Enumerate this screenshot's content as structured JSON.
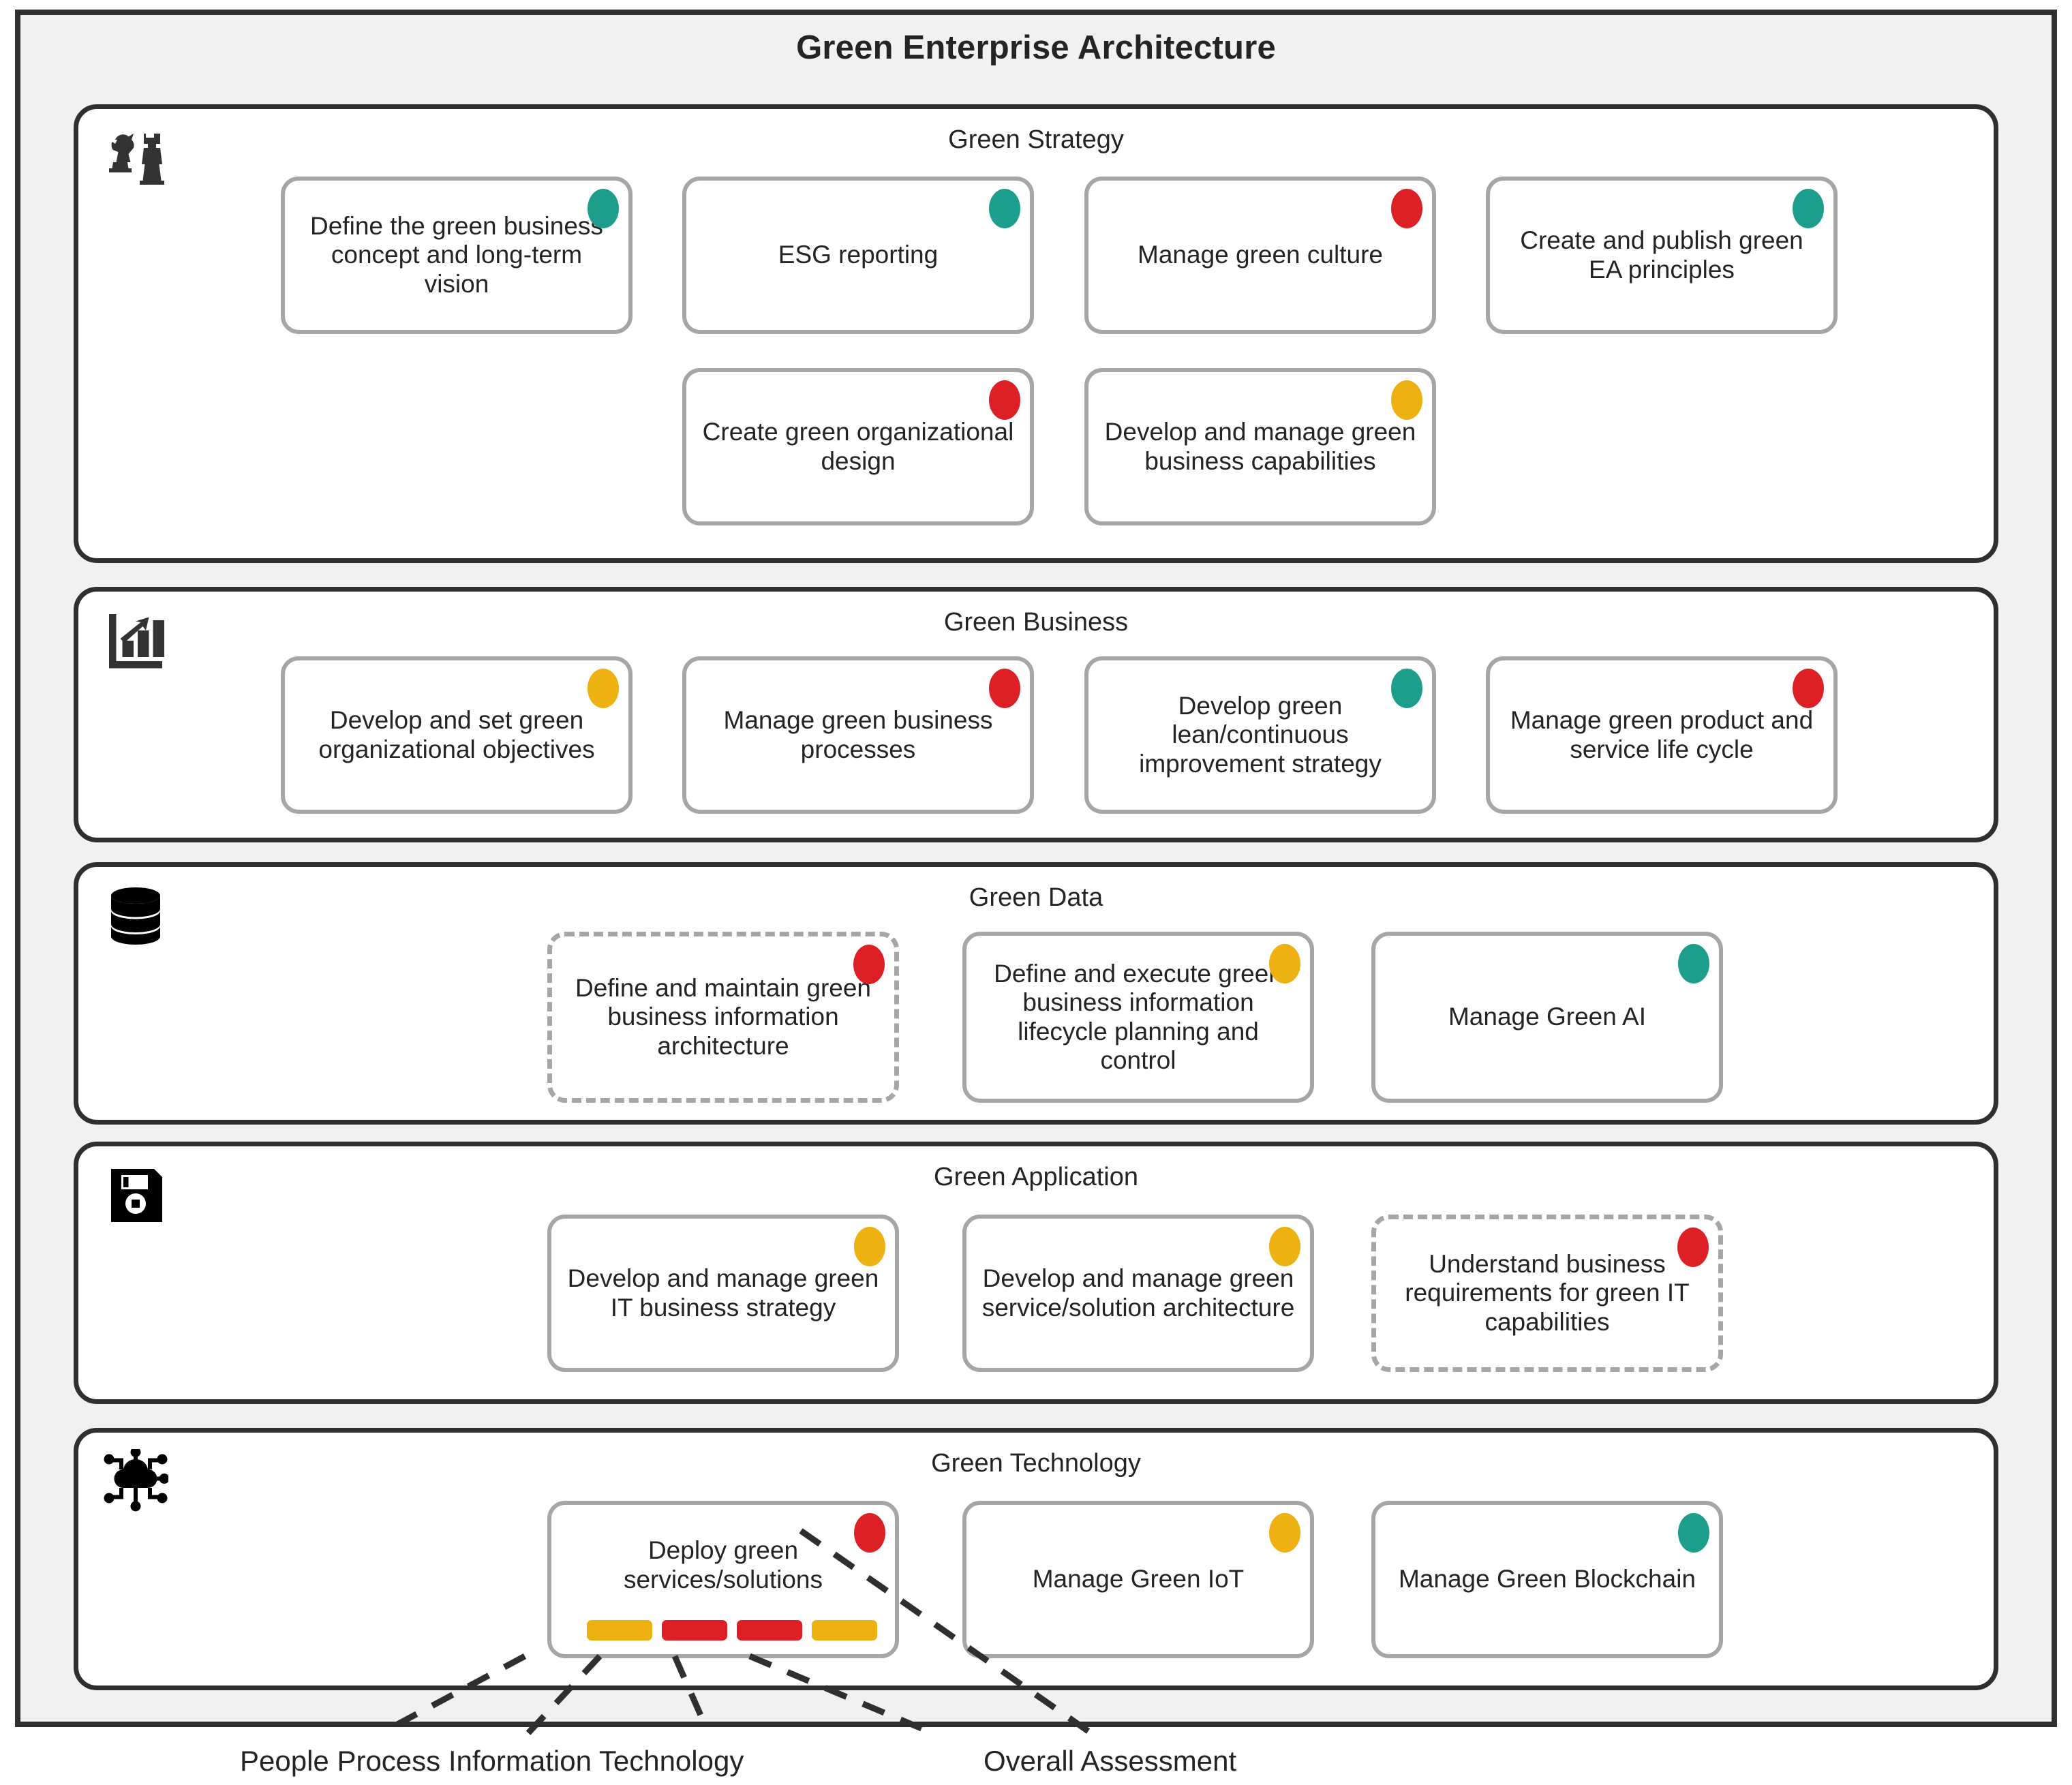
{
  "title": "Green Enterprise Architecture",
  "colors": {
    "green": "#1d9e8c",
    "red": "#dd1f26",
    "yellow": "#edb породы"
  },
  "status_colors": {
    "green": "#1d9e8c",
    "red": "#dd1f26",
    "yellow": "#edb111"
  },
  "layers": [
    {
      "id": "green-strategy",
      "title": "Green Strategy",
      "icon": "chess-pieces-icon",
      "cards": [
        {
          "label": "Define the green business concept and long-term vision",
          "status": "green",
          "dashed": false
        },
        {
          "label": "ESG reporting",
          "status": "green",
          "dashed": false
        },
        {
          "label": "Manage green culture",
          "status": "red",
          "dashed": false
        },
        {
          "label": "Create and publish green EA principles",
          "status": "green",
          "dashed": false
        },
        {
          "label": "Create green organizational design",
          "status": "red",
          "dashed": false
        },
        {
          "label": "Develop and manage green business capabilities",
          "status": "yellow",
          "dashed": false
        }
      ]
    },
    {
      "id": "green-business",
      "title": "Green Business",
      "icon": "bar-chart-growth-icon",
      "cards": [
        {
          "label": "Develop and set green organizational objectives",
          "status": "yellow",
          "dashed": false
        },
        {
          "label": "Manage green business processes",
          "status": "red",
          "dashed": false
        },
        {
          "label": "Develop green lean/continuous improvement strategy",
          "status": "green",
          "dashed": false
        },
        {
          "label": "Manage green product and service life cycle",
          "status": "red",
          "dashed": false
        }
      ]
    },
    {
      "id": "green-data",
      "title": "Green Data",
      "icon": "database-icon",
      "cards": [
        {
          "label": "Define and maintain green business information architecture",
          "status": "red",
          "dashed": true
        },
        {
          "label": "Define and execute green business information lifecycle planning and control",
          "status": "yellow",
          "dashed": false
        },
        {
          "label": "Manage Green AI",
          "status": "green",
          "dashed": false
        }
      ]
    },
    {
      "id": "green-application",
      "title": "Green Application",
      "icon": "floppy-disk-icon",
      "cards": [
        {
          "label": "Develop and manage green IT business strategy",
          "status": "yellow",
          "dashed": false
        },
        {
          "label": "Develop and manage green service/solution architecture",
          "status": "yellow",
          "dashed": false
        },
        {
          "label": "Understand business requirements for green IT capabilities",
          "status": "red",
          "dashed": true
        }
      ]
    },
    {
      "id": "green-technology",
      "title": "Green Technology",
      "icon": "cloud-network-icon",
      "cards": [
        {
          "label": "Deploy green services/solutions",
          "status": "red",
          "dashed": false,
          "assessment": [
            "yellow",
            "red",
            "red",
            "yellow"
          ]
        },
        {
          "label": "Manage Green IoT",
          "status": "yellow",
          "dashed": false
        },
        {
          "label": "Manage Green Blockchain",
          "status": "green",
          "dashed": false
        }
      ]
    }
  ],
  "legend": {
    "dimensions_label": "People Process Information Technology",
    "overall_label": "Overall Assessment"
  }
}
